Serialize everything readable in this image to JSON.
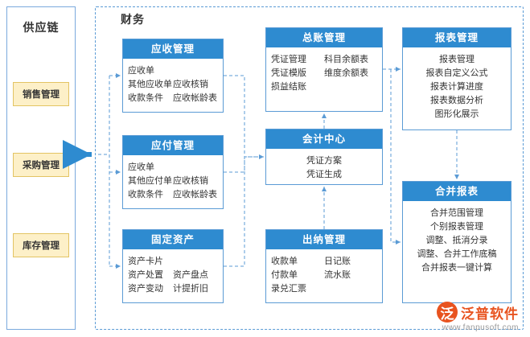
{
  "left_panel": {
    "title": "供应链",
    "items": [
      {
        "label": "销售管理"
      },
      {
        "label": "采购管理"
      },
      {
        "label": "库存管理"
      }
    ]
  },
  "finance": {
    "title": "财务",
    "cards": {
      "ar": {
        "title": "应收管理",
        "rows": [
          [
            "应收单",
            ""
          ],
          [
            "其他应收单",
            "应收核销"
          ],
          [
            "收款条件",
            "应收帐龄表"
          ]
        ]
      },
      "ap": {
        "title": "应付管理",
        "rows": [
          [
            "应收单",
            ""
          ],
          [
            "其他应付单",
            "应收核销"
          ],
          [
            "收款条件",
            "应收帐龄表"
          ]
        ]
      },
      "fa": {
        "title": "固定资产",
        "rows": [
          [
            "资产卡片",
            ""
          ],
          [
            "资产处置",
            "资产盘点"
          ],
          [
            "资产变动",
            "计提折旧"
          ]
        ]
      },
      "gl": {
        "title": "总账管理",
        "rows": [
          [
            "凭证管理",
            "科目余额表"
          ],
          [
            "凭证模版",
            "维度余额表"
          ],
          [
            "损益结账",
            ""
          ]
        ]
      },
      "accounting_center": {
        "title": "会计中心",
        "lines": [
          "凭证方案",
          "凭证生成"
        ]
      },
      "cashier": {
        "title": "出纳管理",
        "rows": [
          [
            "收款单",
            "日记账"
          ],
          [
            "付款单",
            "流水账"
          ],
          [
            "录兑汇票",
            ""
          ]
        ]
      },
      "report": {
        "title": "报表管理",
        "lines": [
          "报表管理",
          "报表自定义公式",
          "报表计算进度",
          "报表数据分析",
          "图形化展示"
        ]
      },
      "consolidation": {
        "title": "合并报表",
        "lines": [
          "合并范围管理",
          "个别报表管理",
          "调整、抵消分录",
          "调整、合并工作底稿",
          "合并报表一键计算"
        ]
      }
    }
  },
  "branding": {
    "mark": "泛",
    "name": "泛普软件",
    "url": "www.fanpusoft.com"
  },
  "colors": {
    "header_blue": "#2e8bd0",
    "border_blue": "#5b9bd5",
    "left_item_bg": "#fdf0c8",
    "left_item_border": "#e3c463",
    "brand_orange": "#e8531f"
  }
}
